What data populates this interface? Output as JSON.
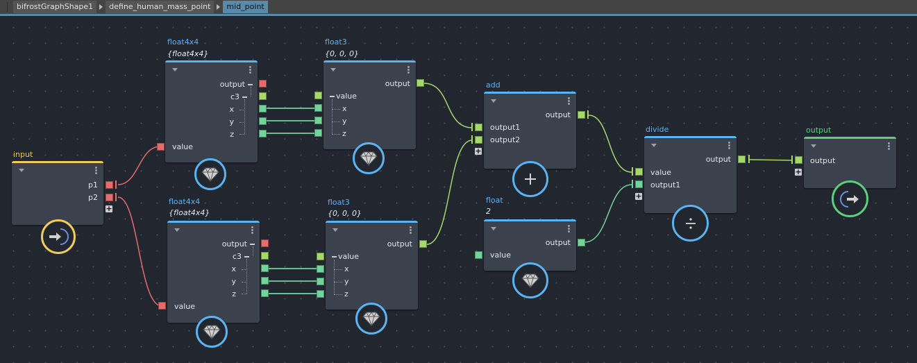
{
  "breadcrumbs": [
    {
      "label": "bifrostGraphShape1",
      "active": false
    },
    {
      "label": "define_human_mass_point",
      "active": false
    },
    {
      "label": "mid_point",
      "active": true
    }
  ],
  "colors": {
    "accent_blue": "#5ab4f2",
    "input_yellow": "#f0cc5a",
    "output_green": "#5cd07a",
    "port_red": "#e66b6b",
    "port_lime": "#a4d86a",
    "port_green": "#72d49a"
  },
  "nodes": {
    "input": {
      "title": "input",
      "ports_out": [
        "p1",
        "p2"
      ],
      "icon": "input-arrow-icon"
    },
    "float4x4_a": {
      "title": "float4x4",
      "subtitle": "{float4x4}",
      "ports_out": [
        "output",
        "c3",
        "x",
        "y",
        "z"
      ],
      "ports_in": [
        "value"
      ],
      "icon": "diamond-icon"
    },
    "float3_a": {
      "title": "float3",
      "subtitle": "{0, 0, 0}",
      "ports_out": [
        "output"
      ],
      "ports_in": [
        "value",
        "x",
        "y",
        "z"
      ],
      "icon": "diamond-icon"
    },
    "float4x4_b": {
      "title": "float4x4",
      "subtitle": "{float4x4}",
      "ports_out": [
        "output",
        "c3",
        "x",
        "y",
        "z"
      ],
      "ports_in": [
        "value"
      ],
      "icon": "diamond-icon"
    },
    "float3_b": {
      "title": "float3",
      "subtitle": "{0, 0, 0}",
      "ports_out": [
        "output"
      ],
      "ports_in": [
        "value",
        "x",
        "y",
        "z"
      ],
      "icon": "diamond-icon"
    },
    "add": {
      "title": "add",
      "ports_out": [
        "output"
      ],
      "ports_in": [
        "output1",
        "output2"
      ],
      "icon": "plus-icon"
    },
    "float": {
      "title": "float",
      "subtitle": "2",
      "ports_out": [
        "output"
      ],
      "ports_in": [
        "value"
      ],
      "icon": "diamond-icon"
    },
    "divide": {
      "title": "divide",
      "ports_out": [
        "output"
      ],
      "ports_in": [
        "value",
        "output1"
      ],
      "icon": "divide-icon"
    },
    "output": {
      "title": "output",
      "ports_in": [
        "output"
      ],
      "icon": "output-arrow-icon"
    }
  }
}
